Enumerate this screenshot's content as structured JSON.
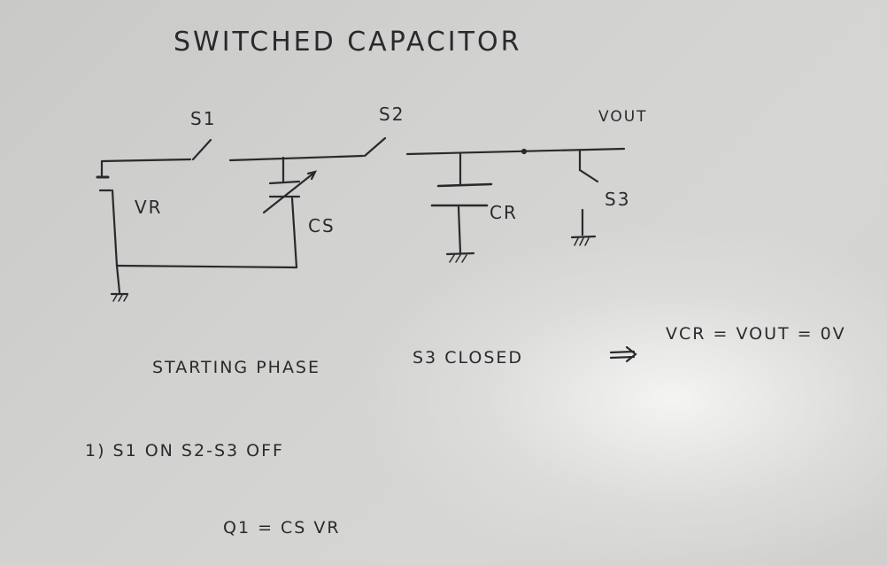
{
  "title": "SWITCHED CAPACITOR",
  "circuit": {
    "s1": "S1",
    "s2": "S2",
    "vout": "VOUT",
    "s3": "S3",
    "vr": "VR",
    "cs": "CS",
    "cr": "CR"
  },
  "notes": {
    "starting_phase": "STARTING PHASE",
    "s3_closed": "S3 CLOSED",
    "arrow": "⇒",
    "equation": "VCR = VOUT = 0V",
    "step1": "1)  S1 ON   S2-S3 OFF",
    "charge": "Q1 = CS VR"
  },
  "colors": {
    "ink": "#2a2a2e"
  }
}
